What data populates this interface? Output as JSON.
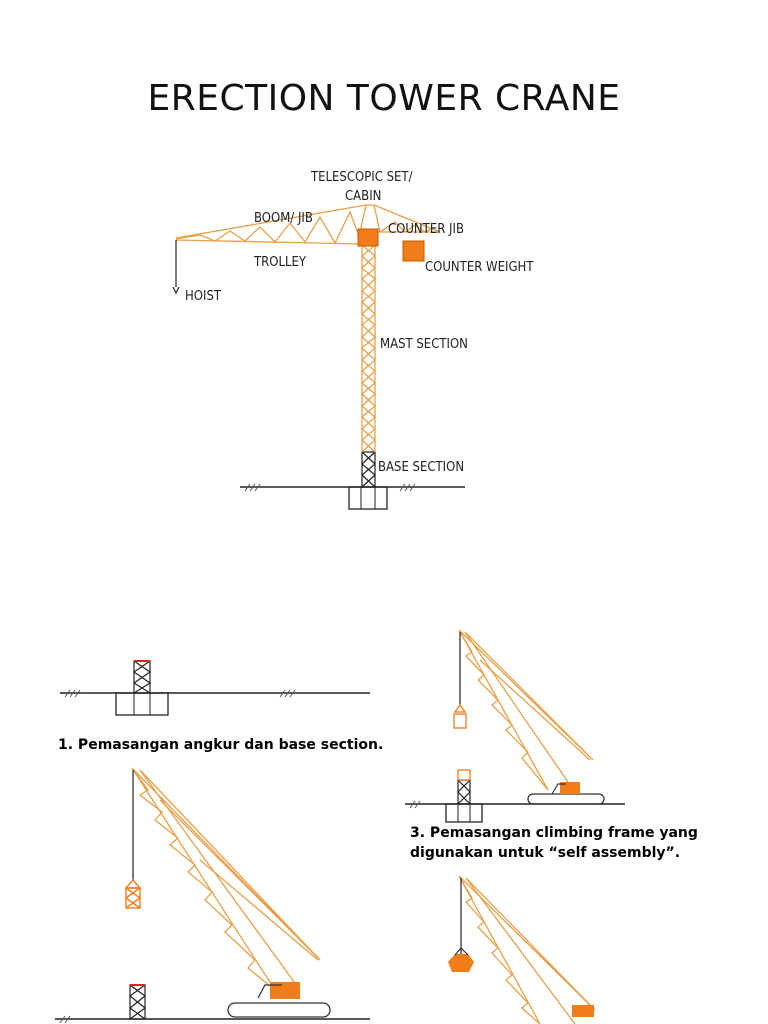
{
  "title": "ERECTION TOWER CRANE",
  "diagram_labels": {
    "telescopic": "TELESCOPIC SET/",
    "cabin": "CABIN",
    "boom": "BOOM/ JIB",
    "counter_jib": "COUNTER JIB",
    "trolley": "TROLLEY",
    "counter_weight": "COUNTER WEIGHT",
    "hoist": "HOIST",
    "mast": "MAST SECTION",
    "base": "BASE SECTION"
  },
  "steps": {
    "step1": "1. Pemasangan angkur dan base section.",
    "step3_line1": "3. Pemasangan climbing frame yang",
    "step3_line2": "digunakan untuk “self assembly”."
  },
  "colors": {
    "orange": "#F07D1A",
    "lattice": "#E8A04A",
    "line": "#222222"
  }
}
